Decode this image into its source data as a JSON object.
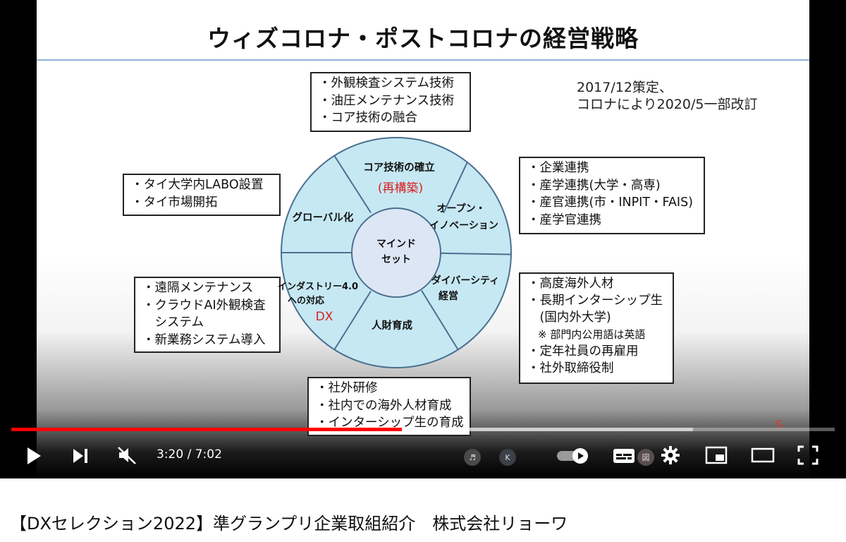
{
  "slide": {
    "title": "ウィズコロナ・ポストコロナの経営戦略",
    "note_lines": [
      "2017/12策定、",
      "コロナにより2020/5一部改訂"
    ],
    "corner_mark": "S",
    "boxes": {
      "top": [
        "・外観検査システム技術",
        "・油圧メンテナンス技術",
        "・コア技術の融合"
      ],
      "left_top": [
        "・タイ大学内LABO設置",
        "・タイ市場開拓"
      ],
      "right_top": [
        "・企業連携",
        "・産学連携(大学・高専)",
        "・産官連携(市・INPIT・FAIS)",
        "・産学官連携"
      ],
      "left_bottom": [
        "・遠隔メンテナンス",
        "・クラウドAI外観検査",
        "　システム",
        "・新業務システム導入"
      ],
      "right_bottom": [
        "・高度海外人材",
        "・長期インターシップ生",
        "　(国内外大学)",
        "　※ 部門内公用語は英語",
        "・定年社員の再雇用",
        "・社外取締役制"
      ],
      "bottom": [
        "・社外研修",
        "・社内での海外人材育成",
        "・インターシップ生の育成"
      ]
    },
    "wheel": {
      "center": [
        "マインド",
        "セット"
      ],
      "core_tech": "コア技術の確立",
      "core_tech_sub": "(再構築)",
      "open_innovation": [
        "オープン・",
        "イノベーション"
      ],
      "diversity": [
        "ダイバーシティ",
        "経営"
      ],
      "hr": "人財育成",
      "industry": [
        "インダストリー4.0",
        "への対応"
      ],
      "industry_sub": "DX",
      "global": "グローバル化"
    }
  },
  "player": {
    "time": "3:20 / 7:02",
    "progress_fraction": 0.4739,
    "buffered_fraction": 0.828,
    "accent": "#ff0000",
    "overlay_avatars": [
      "♬",
      "K",
      "図"
    ],
    "icons": [
      "play-icon",
      "next-icon",
      "mute-icon",
      "autoplay-toggle",
      "subtitles-icon",
      "settings-icon",
      "miniplayer-icon",
      "theater-icon",
      "fullscreen-icon"
    ]
  },
  "video_title": "【DXセレクション2022】準グランプリ企業取組紹介　株式会社リョーワ"
}
